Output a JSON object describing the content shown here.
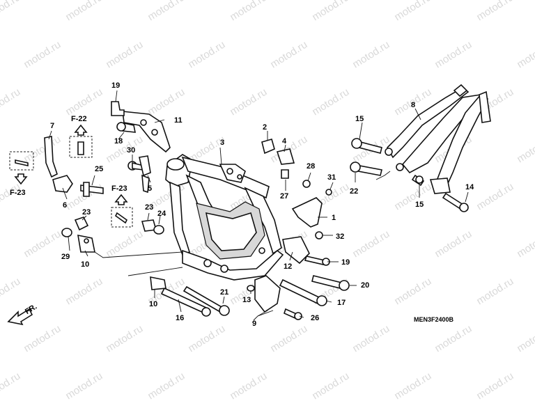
{
  "watermark": "motod.ru",
  "diagram_code": "MEN3F2400B",
  "front_label": "FR.",
  "ref_labels": {
    "f22": "F-22",
    "f23_left": "F-23",
    "f23_center": "F-23"
  },
  "callouts": {
    "c1": "1",
    "c3": "3",
    "c4": "4",
    "c5": "5",
    "c6": "6",
    "c7": "7",
    "c8": "8",
    "c9": "9",
    "c10a": "10",
    "c10b": "10",
    "c11": "11",
    "c12": "12",
    "c13": "13",
    "c14": "14",
    "c15a": "15",
    "c15b": "15",
    "c16": "16",
    "c17": "17",
    "c18": "18",
    "c19a": "19",
    "c19b": "19",
    "c20": "20",
    "c21": "21",
    "c22": "22",
    "c23a": "23",
    "c23b": "23",
    "c24": "24",
    "c25": "25",
    "c26": "26",
    "c27": "27",
    "c28": "28",
    "c29": "29",
    "c30": "30",
    "c31": "31",
    "c32": "32",
    "c2": "2"
  }
}
